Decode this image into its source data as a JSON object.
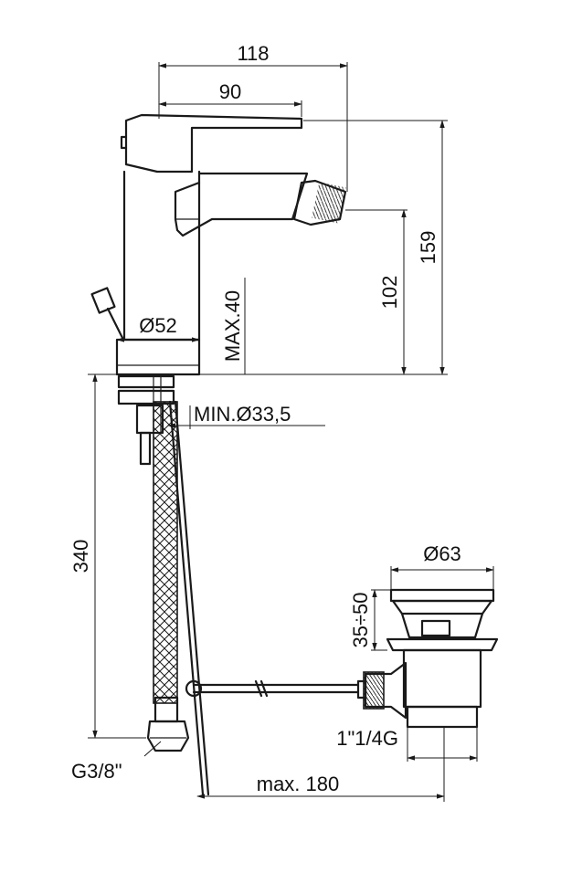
{
  "dimensions": {
    "overall_length": "118",
    "spout_length": "90",
    "total_height": "159",
    "spout_height": "102",
    "max_deck_thickness": "MAX.40",
    "base_diameter": "Ø52",
    "min_hole_diameter": "MIN.Ø33,5",
    "hose_length": "340",
    "waste_diameter": "Ø63",
    "waste_height_range": "35÷50",
    "waste_thread": "1\"1/4G",
    "inlet_thread": "G3/8\"",
    "rod_max_length": "max. 180"
  },
  "colors": {
    "line": "#1a1a1a",
    "background": "#ffffff"
  }
}
